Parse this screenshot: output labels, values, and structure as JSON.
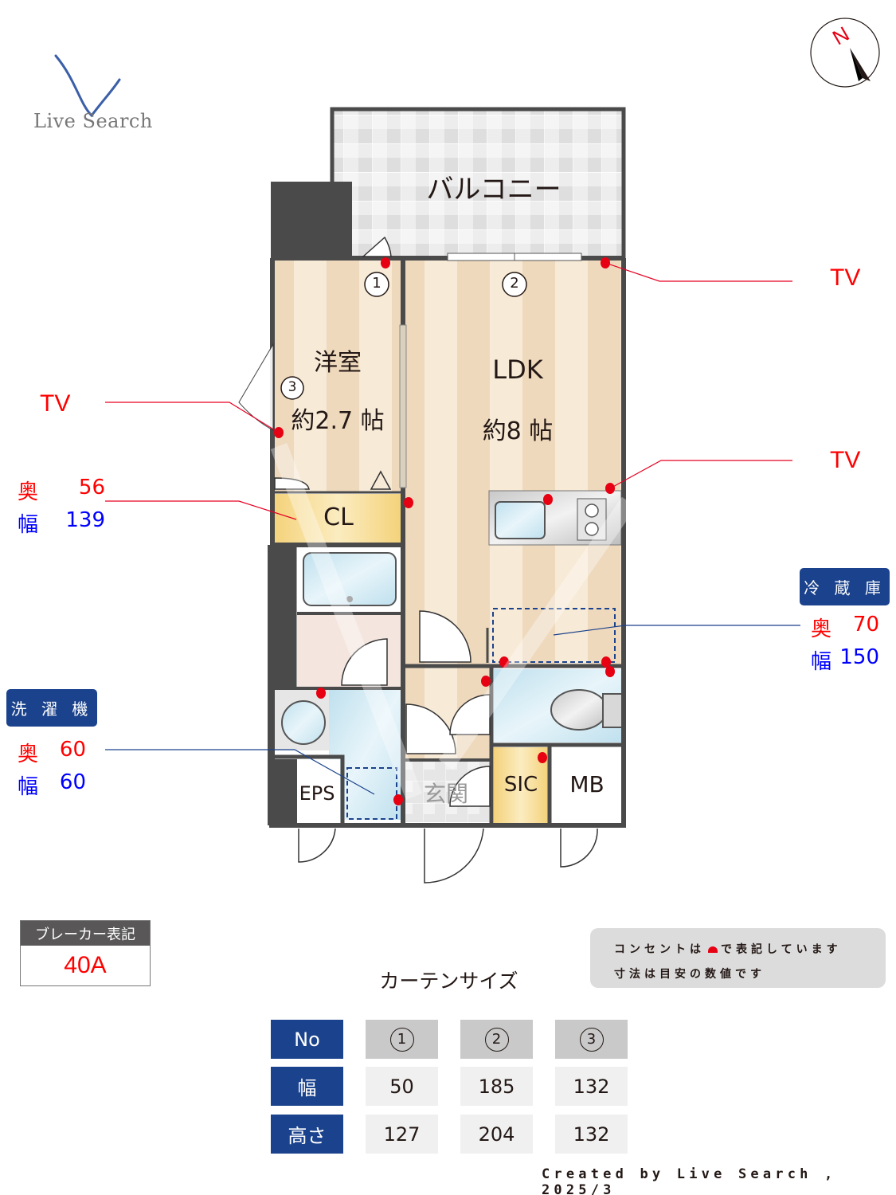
{
  "brand": {
    "logo_text": "Live Search",
    "logo_color": "#3a5fa8"
  },
  "compass": {
    "label": "N",
    "label_color": "#e60012"
  },
  "rooms": {
    "balcony": "バルコニー",
    "western_room": {
      "name": "洋室",
      "size": "約2.7 帖"
    },
    "ldk": {
      "name": "LDK",
      "size": "約8 帖"
    },
    "closet": "CL",
    "eps": "EPS",
    "entrance": "玄関",
    "sic": "SIC",
    "mb": "MB"
  },
  "window_markers": [
    "①",
    "②",
    "③"
  ],
  "callouts": {
    "tv_top_right": "TV",
    "tv_mid_right": "TV",
    "tv_left": "TV",
    "closet": {
      "depth_label": "奥",
      "depth": "56",
      "width_label": "幅",
      "width": "139"
    },
    "fridge": {
      "title": "冷 蔵 庫",
      "depth_label": "奥",
      "depth": "70",
      "width_label": "幅",
      "width": "150"
    },
    "washer": {
      "title": "洗 濯 機",
      "depth_label": "奥",
      "depth": "60",
      "width_label": "幅",
      "width": "60"
    }
  },
  "breaker": {
    "label": "ブレーカー表記",
    "value": "40A"
  },
  "note": {
    "line1_before": "コンセントは",
    "line1_after": "で表記しています",
    "line2": "寸法は目安の数値です"
  },
  "curtain_table": {
    "title": "カーテンサイズ",
    "row_headers": [
      "No",
      "幅",
      "高さ"
    ],
    "columns": [
      {
        "no": "1",
        "width": "50",
        "height": "127"
      },
      {
        "no": "2",
        "width": "185",
        "height": "204"
      },
      {
        "no": "3",
        "width": "132",
        "height": "132"
      }
    ]
  },
  "footer": "Created by Live Search , 2025/3",
  "colors": {
    "wall": "#4a4a4a",
    "floor_light": "#f6e9d3",
    "floor_dark": "#efd9bd",
    "wet_area": "#cfe8f2",
    "closet": "#f7d88a",
    "outlet": "#e60012",
    "badge": "#1b428c",
    "dim_red": "#ff0000",
    "dim_blue": "#0000ff"
  }
}
